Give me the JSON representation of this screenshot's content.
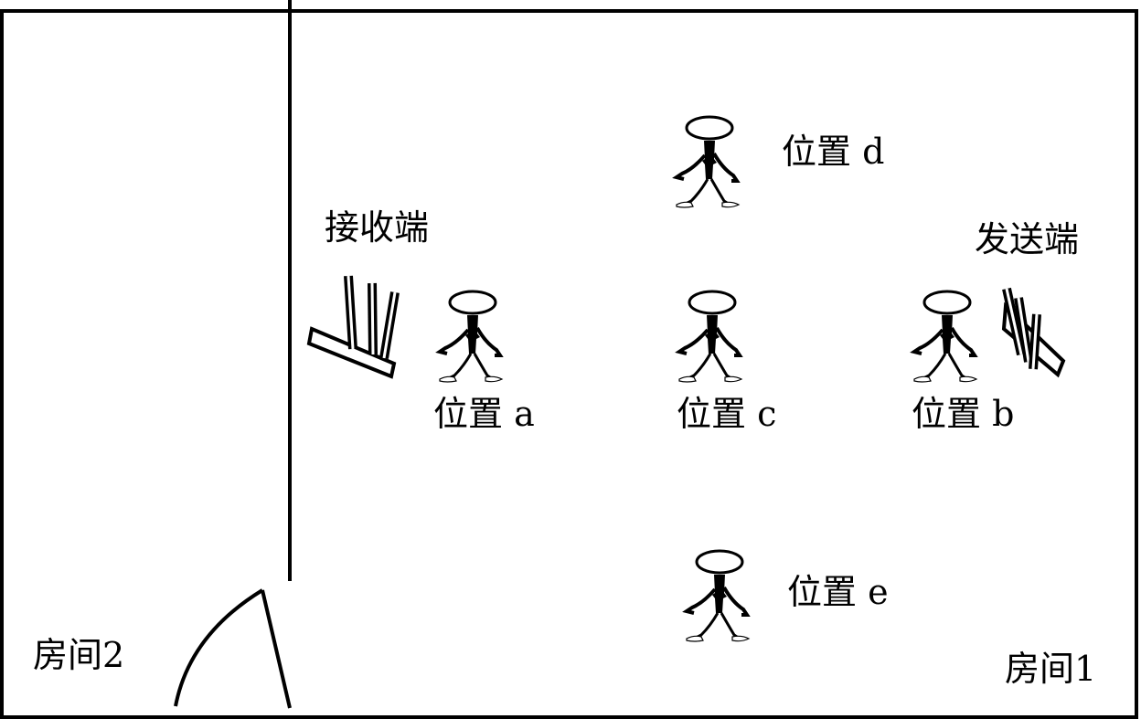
{
  "colors": {
    "line": "#000000",
    "background": "#ffffff"
  },
  "labels": {
    "receiver": "接收端",
    "sender": "发送端",
    "room1": "房间1",
    "room2": "房间2"
  },
  "positions": [
    {
      "id": "a",
      "label": "位置 a"
    },
    {
      "id": "b",
      "label": "位置 b"
    },
    {
      "id": "c",
      "label": "位置 c"
    },
    {
      "id": "d",
      "label": "位置 d"
    },
    {
      "id": "e",
      "label": "位置 e"
    }
  ],
  "icons": {
    "person": "person-icon",
    "antenna": "antenna-icon",
    "door": "door-swing-icon"
  }
}
